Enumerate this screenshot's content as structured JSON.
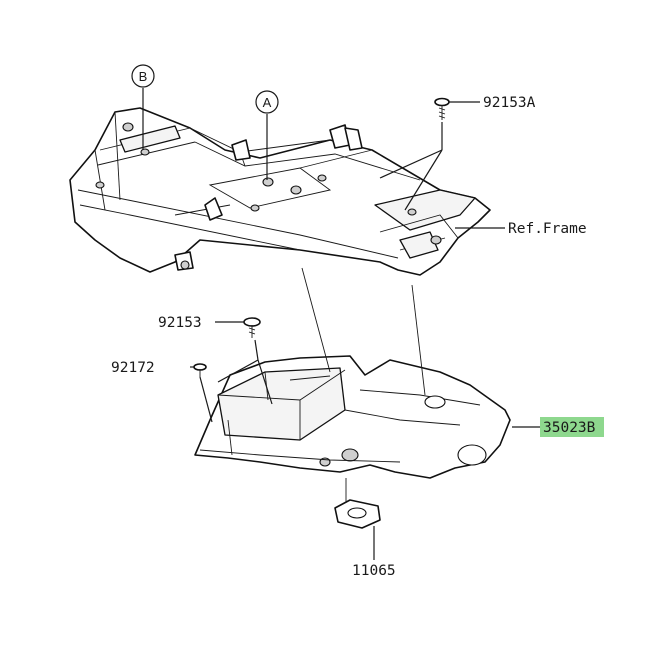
{
  "callouts": {
    "b": "B",
    "a": "A"
  },
  "parts": {
    "bolt_top": "92153A",
    "ref_frame": "Ref.Frame",
    "bolt_left": "92153",
    "clip": "92172",
    "main_part": "35023B",
    "bottom_part": "11065"
  },
  "colors": {
    "highlight": "#8ed88e",
    "line": "#1a1a1a"
  }
}
